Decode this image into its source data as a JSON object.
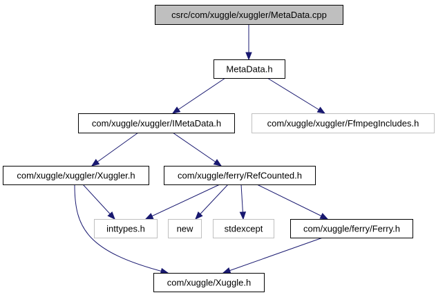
{
  "diagram": {
    "nodes": [
      {
        "id": "root",
        "label": "csrc/com/xuggle/xuggler/MetaData.cpp",
        "kind": "root"
      },
      {
        "id": "metadata_h",
        "label": "MetaData.h",
        "kind": "internal"
      },
      {
        "id": "imetadata_h",
        "label": "com/xuggle/xuggler/IMetaData.h",
        "kind": "internal"
      },
      {
        "id": "ffmpeg_h",
        "label": "com/xuggle/xuggler/FfmpegIncludes.h",
        "kind": "external"
      },
      {
        "id": "xuggler_h",
        "label": "com/xuggle/xuggler/Xuggler.h",
        "kind": "internal"
      },
      {
        "id": "refcounted_h",
        "label": "com/xuggle/ferry/RefCounted.h",
        "kind": "internal"
      },
      {
        "id": "inttypes_h",
        "label": "inttypes.h",
        "kind": "external"
      },
      {
        "id": "new",
        "label": "new",
        "kind": "external"
      },
      {
        "id": "stdexcept",
        "label": "stdexcept",
        "kind": "external"
      },
      {
        "id": "ferry_h",
        "label": "com/xuggle/ferry/Ferry.h",
        "kind": "internal"
      },
      {
        "id": "xuggle_h",
        "label": "com/xuggle/Xuggle.h",
        "kind": "internal"
      }
    ],
    "edges": [
      {
        "from": "root",
        "to": "metadata_h"
      },
      {
        "from": "metadata_h",
        "to": "imetadata_h"
      },
      {
        "from": "metadata_h",
        "to": "ffmpeg_h"
      },
      {
        "from": "imetadata_h",
        "to": "xuggler_h"
      },
      {
        "from": "imetadata_h",
        "to": "refcounted_h"
      },
      {
        "from": "xuggler_h",
        "to": "inttypes_h"
      },
      {
        "from": "xuggler_h",
        "to": "xuggle_h"
      },
      {
        "from": "refcounted_h",
        "to": "inttypes_h"
      },
      {
        "from": "refcounted_h",
        "to": "new"
      },
      {
        "from": "refcounted_h",
        "to": "stdexcept"
      },
      {
        "from": "refcounted_h",
        "to": "ferry_h"
      },
      {
        "from": "ferry_h",
        "to": "xuggle_h"
      }
    ],
    "colors": {
      "edge": "#191970",
      "root_fill": "#bfbfbf",
      "internal_border": "#000000",
      "external_border": "#bfbfbf",
      "text": "#000000"
    }
  }
}
